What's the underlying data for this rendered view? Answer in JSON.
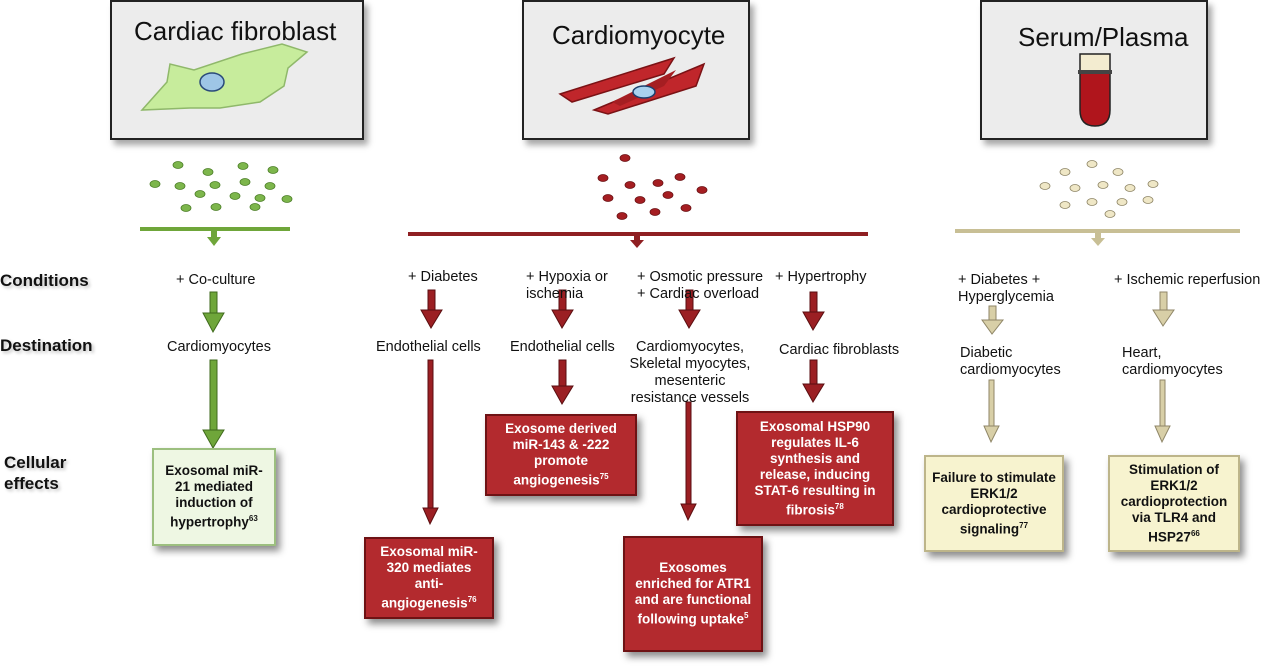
{
  "columns": {
    "fibroblast": {
      "title": "Cardiac fibroblast",
      "condition": "+ Co-culture",
      "destination": "Cardiomyocytes",
      "effect": "Exosomal miR-21 mediated induction of hypertrophy",
      "effect_ref": "63"
    },
    "cardiomyocyte": {
      "title": "Cardiomyocyte",
      "branches": [
        {
          "condition": "+ Diabetes",
          "destination": "Endothelial cells",
          "effect": "Exosomal miR-320 mediates anti-angiogenesis",
          "effect_ref": "76"
        },
        {
          "condition": "+ Hypoxia or ischemia",
          "destination": "Endothelial cells",
          "effect": "Exosome derived miR-143 & -222 promote angiogenesis",
          "effect_ref": "75"
        },
        {
          "condition": "+ Osmotic pressure + Cardiac overload",
          "destination": "Cardiomyocytes, Skeletal myocytes, mesenteric resistance vessels",
          "effect": "Exosomes enriched for ATR1 and are functional following uptake",
          "effect_ref": "5"
        },
        {
          "condition": "+ Hypertrophy",
          "destination": "Cardiac fibroblasts",
          "effect": "Exosomal HSP90 regulates IL-6 synthesis and release, inducing STAT-6 resulting in fibrosis",
          "effect_ref": "78"
        }
      ]
    },
    "serum": {
      "title": "Serum/Plasma",
      "branches": [
        {
          "condition": "+ Diabetes + Hyperglycemia",
          "destination": "Diabetic cardiomyocytes",
          "effect": "Failure to stimulate ERK1/2 cardioprotective signaling",
          "effect_ref": "77"
        },
        {
          "condition": "+ Ischemic reperfusion",
          "destination": "Heart, cardiomyocytes",
          "effect": "Stimulation of ERK1/2 cardioprotection via TLR4 and HSP27",
          "effect_ref": "66"
        }
      ]
    }
  },
  "row_labels": {
    "conditions": "Conditions",
    "destination": "Destination",
    "cellular_effects": "Cellular effects"
  },
  "colors": {
    "green": "#6fa63a",
    "red": "#8f1f22",
    "cream": "#bfb58c",
    "red_box": "#b32a2e"
  },
  "icons": [
    "fibroblast-cell-icon",
    "cardiomyocyte-cell-icon",
    "blood-tube-icon"
  ]
}
